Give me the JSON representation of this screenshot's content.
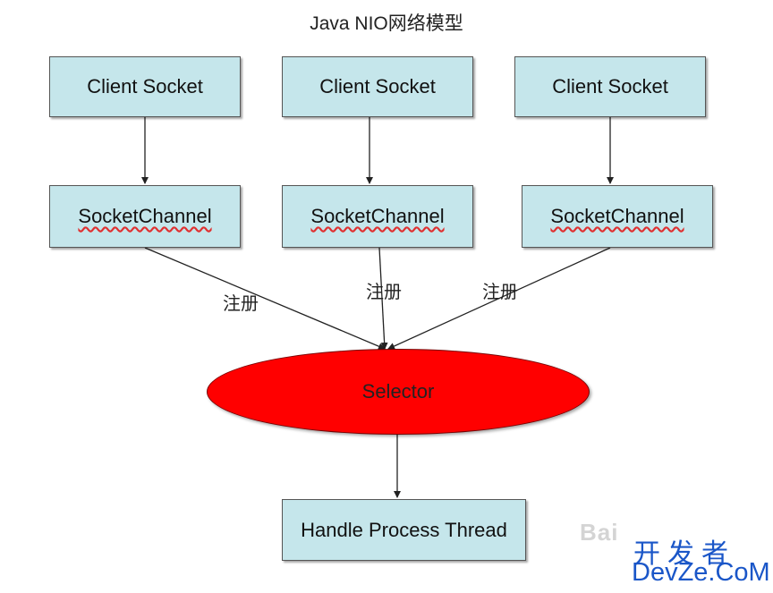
{
  "title": "Java NIO网络模型",
  "clients": [
    {
      "label": "Client Socket"
    },
    {
      "label": "Client Socket"
    },
    {
      "label": "Client Socket"
    }
  ],
  "channels": [
    {
      "label": "SocketChannel"
    },
    {
      "label": "SocketChannel"
    },
    {
      "label": "SocketChannel"
    }
  ],
  "register_labels": [
    "注册",
    "注册",
    "注册"
  ],
  "selector": {
    "label": "Selector"
  },
  "handler": {
    "label": "Handle Process Thread"
  },
  "watermark": {
    "baidu": "Bai",
    "site_cn": "开发者",
    "site_en": "DevZe.CoM"
  },
  "colors": {
    "box_fill": "#c5e6eb",
    "selector_fill": "#ff0000",
    "watermark": "#1a56c8"
  }
}
